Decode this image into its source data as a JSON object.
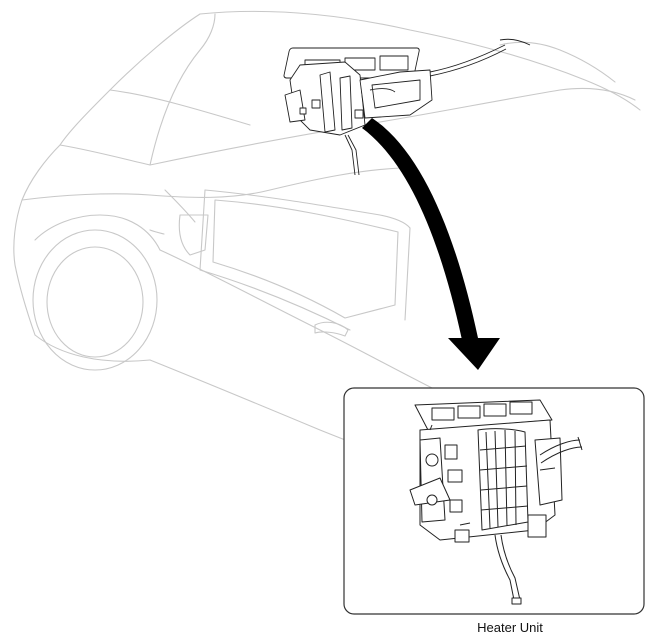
{
  "diagram": {
    "caption": "Heater Unit",
    "colors": {
      "car_outline": "#c8c8c8",
      "part_lines": "#222222",
      "arrow": "#000000",
      "inset_border": "#333333",
      "background": "#ffffff"
    },
    "parts": [
      {
        "name": "car-body",
        "icon": "car-outline-icon"
      },
      {
        "name": "heater-unit-installed",
        "icon": "heater-unit-icon"
      },
      {
        "name": "location-arrow",
        "icon": "curved-arrow-icon"
      },
      {
        "name": "heater-unit-detail",
        "icon": "heater-unit-icon"
      }
    ]
  }
}
